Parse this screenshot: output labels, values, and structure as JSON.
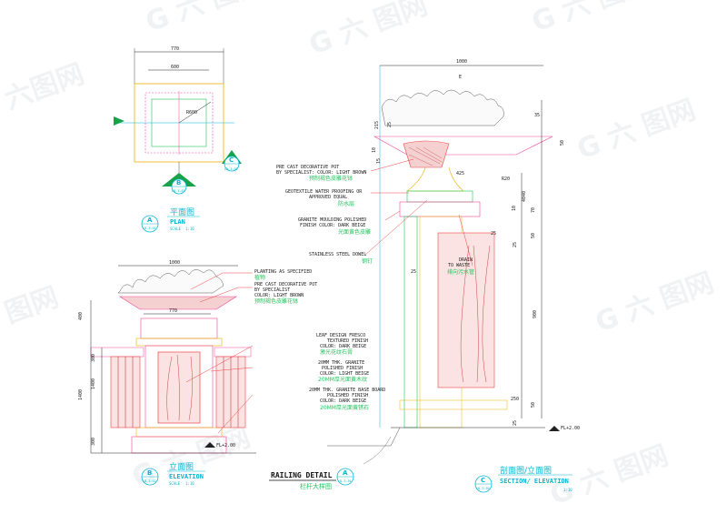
{
  "plan": {
    "dim_outer": "770",
    "dim_inner": "600",
    "radius": "R600",
    "tag_b_letter": "B",
    "tag_b_ref": "LD-3.02",
    "tag_c_letter": "C",
    "tag_c_ref": "LD-3.02",
    "title_cn": "平面图",
    "title_en": "PLAN",
    "tag_letter": "A",
    "tag_ref": "LD-3.01",
    "scale_label": "SCALE",
    "scale_value": "1:10"
  },
  "elevation": {
    "dim_top": "1000",
    "dim_pot": "770",
    "dim_left_1": "400",
    "dim_left_2": "1400",
    "dim_left_3": "300",
    "dim_left_4": "1400",
    "dim_left_5": "300",
    "fl_label": "FL+2.00",
    "notes": [
      {
        "en": "PLANTING AS SPECIFIED",
        "cn": "植物"
      },
      {
        "en": "PRE CAST DECORATIVE POT",
        "en2": "BY SPECIALIST",
        "en3": "COLOR: LIGHT BROWN",
        "cn": "预制褐色皮雕花钵"
      },
      {
        "en": "LEAF DESIGN FRESCO",
        "en2": "TEXTURED FINISH",
        "en3": "COLOR: DARK BEIGE",
        "cn": "激光花纹石膏"
      },
      {
        "en": "20MM THK. GRANITE",
        "en2": "POLISHED FINISH",
        "en3": "COLOR: LIGHT BEIGE",
        "cn": "20MM厚光面黄木纹"
      },
      {
        "en": "20MM THK. GRANITE BASE BOARD",
        "en2": "POLISHED FINISH",
        "en3": "COLOR: DARK BEIGE",
        "cn": "20MM厚光面黄锈石"
      }
    ],
    "title_cn": "立面图",
    "title_en": "ELEVATION",
    "tag_letter": "B",
    "tag_ref": "LD-3.02",
    "scale_label": "SCALE",
    "scale_value": "1:10"
  },
  "railing": {
    "title_en": "RAILING DETAIL",
    "title_cn": "栏杆大样图",
    "tag_letter": "A",
    "tag_ref": "LD-3.01"
  },
  "section": {
    "dim_top": "1000",
    "dim_e": "E",
    "dim_35": "35",
    "dim_50a": "50",
    "dim_215": "215",
    "dim_25a": "25",
    "dim_10": "10",
    "dim_15": "15",
    "dim_425": "425",
    "dim_r20": "R20",
    "dim_4040": "4040",
    "dim_10b": "10",
    "dim_70": "70",
    "dim_25b": "25",
    "dim_50b": "50",
    "dim_25c": "25",
    "dim_900": "900",
    "dim_25d": "25",
    "dim_250": "250",
    "dim_50c": "50",
    "dim_25e": "25",
    "fl_label": "FL+2.00",
    "notes": [
      {
        "en": "PRE CAST DECORATIVE POT",
        "en2": "BY SPECIALIST: COLOR: LIGHT BROWN",
        "cn": "预制褐色皮雕花钵"
      },
      {
        "en": "GEOTEXTILE WATER PROOFING OR",
        "en2": "APPROVED EQUAL",
        "cn": "防水层"
      },
      {
        "en": "GRANITE MOULDING POLISHED",
        "en2": "FINISH COLOR: DARK BEIGE",
        "cn": "光面黄色皮雕"
      },
      {
        "en": "STAINLESS STEEL DOWEL",
        "cn": "钢钉"
      },
      {
        "en": "DRAIN",
        "en2": "TO WASTE",
        "cn": "排向污水管"
      }
    ],
    "title_cn": "剖面图/立面图",
    "title_en": "SECTION/ ELEVATION",
    "tag_letter": "C",
    "tag_ref": "LD-3.02",
    "scale_value": "1:10"
  }
}
